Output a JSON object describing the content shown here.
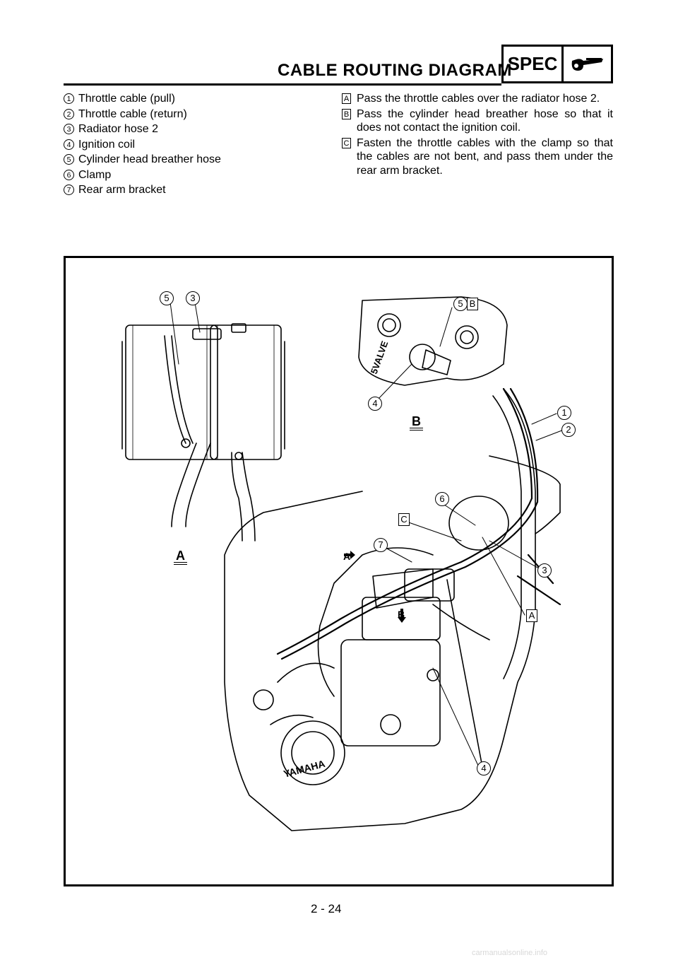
{
  "header": {
    "title": "CABLE ROUTING DIAGRAM",
    "badge": "SPEC"
  },
  "parts": [
    {
      "num": "1",
      "label": "Throttle cable (pull)"
    },
    {
      "num": "2",
      "label": "Throttle cable (return)"
    },
    {
      "num": "3",
      "label": "Radiator hose 2"
    },
    {
      "num": "4",
      "label": "Ignition coil"
    },
    {
      "num": "5",
      "label": "Cylinder head breather hose"
    },
    {
      "num": "6",
      "label": "Clamp"
    },
    {
      "num": "7",
      "label": "Rear arm bracket"
    }
  ],
  "notes": [
    {
      "letter": "A",
      "text": "Pass the throttle cables over the radiator hose 2."
    },
    {
      "letter": "B",
      "text": "Pass the cylinder head breather hose so that it does not contact the ignition coil."
    },
    {
      "letter": "C",
      "text": "Fasten the throttle cables with the clamp so that the cables are not bent, and pass them under the rear arm bracket."
    }
  ],
  "diagram": {
    "view_a_label": "A",
    "view_b_label": "B",
    "arrow_a": "A",
    "arrow_b": "B",
    "valve_text": "5VALVE",
    "brand_text": "YAMAHA",
    "callouts": [
      "5",
      "3",
      "5",
      "B",
      "4",
      "1",
      "2",
      "6",
      "C",
      "7",
      "3",
      "A",
      "4"
    ]
  },
  "footer": {
    "page": "2 - 24",
    "watermark": "carmanualsonline.info"
  }
}
